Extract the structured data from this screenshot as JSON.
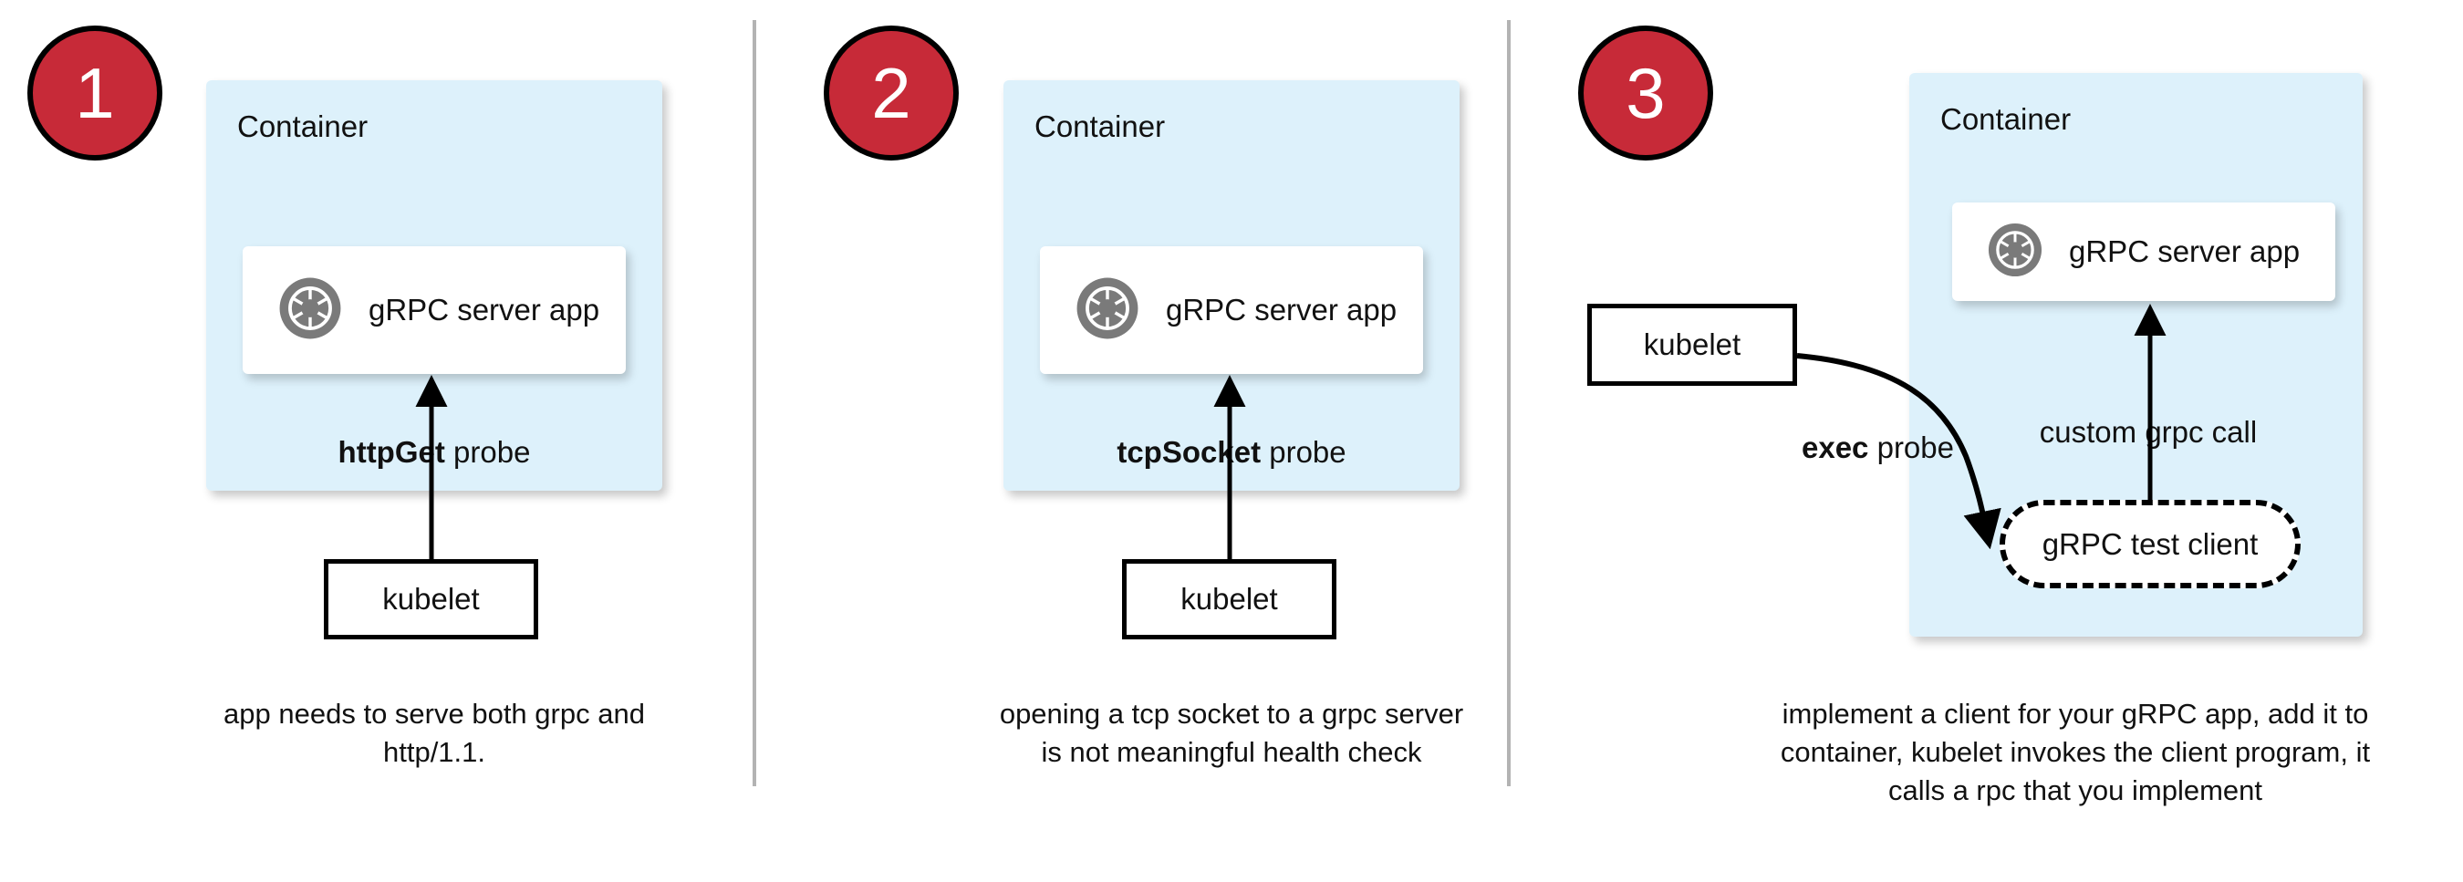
{
  "theme": {
    "badge_fill": "#c72a38",
    "badge_stroke": "#000000",
    "badge_text": "#ffffff",
    "container_fill": "#ddf1fb",
    "card_fill": "#ffffff",
    "stroke": "#000000",
    "divider": "#b3b3b3",
    "icon_gray": "#7a7a7a"
  },
  "panels": [
    {
      "badge": "1",
      "container_label": "Container",
      "app_label": "gRPC server app",
      "app_icon": "grpc-aperture-icon",
      "probe_label_bold": "httpGet",
      "probe_label_rest": " probe",
      "kubelet_label": "kubelet",
      "caption": "app needs to serve both grpc and http/1.1."
    },
    {
      "badge": "2",
      "container_label": "Container",
      "app_label": "gRPC server app",
      "app_icon": "grpc-aperture-icon",
      "probe_label_bold": "tcpSocket",
      "probe_label_rest": " probe",
      "kubelet_label": "kubelet",
      "caption": "opening a tcp socket to a grpc server is not meaningful health check"
    },
    {
      "badge": "3",
      "container_label": "Container",
      "app_label": "gRPC server app",
      "app_icon": "grpc-aperture-icon",
      "probe_label_bold": "exec",
      "probe_label_rest": " probe",
      "kubelet_label": "kubelet",
      "call_label": "custom grpc call",
      "test_client_label": "gRPC test client",
      "caption": "implement a client for your gRPC app, add it to container, kubelet invokes the client program, it calls a rpc that you implement"
    }
  ]
}
